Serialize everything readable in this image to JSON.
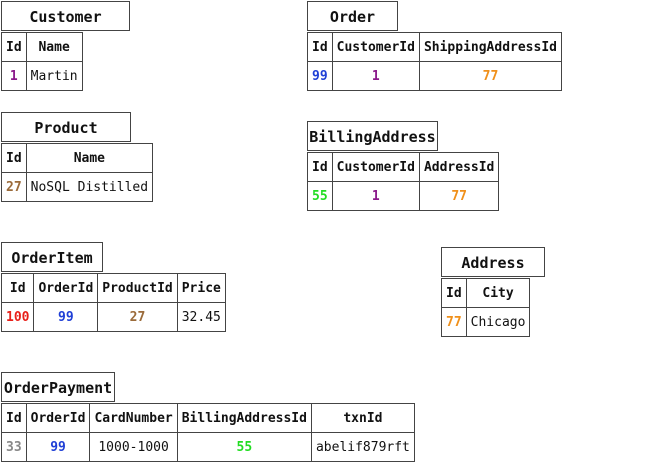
{
  "colors": {
    "customer_id": "#8b1a8b",
    "order_id": "#1f3fd6",
    "address_id": "#f0901a",
    "product_id": "#9b6b3a",
    "orderitem_id": "#e8201a",
    "billing_id": "#22dd22",
    "payment_id": "#888888",
    "text": "#111111"
  },
  "customer": {
    "title": "Customer",
    "headers": [
      "Id",
      "Name"
    ],
    "row": [
      "1",
      "Martin"
    ]
  },
  "order": {
    "title": "Order",
    "headers": [
      "Id",
      "CustomerId",
      "ShippingAddressId"
    ],
    "row": [
      "99",
      "1",
      "77"
    ]
  },
  "product": {
    "title": "Product",
    "headers": [
      "Id",
      "Name"
    ],
    "row": [
      "27",
      "NoSQL Distilled"
    ]
  },
  "billing": {
    "title": "BillingAddress",
    "headers": [
      "Id",
      "CustomerId",
      "AddressId"
    ],
    "row": [
      "55",
      "1",
      "77"
    ]
  },
  "orderitem": {
    "title": "OrderItem",
    "headers": [
      "Id",
      "OrderId",
      "ProductId",
      "Price"
    ],
    "row": [
      "100",
      "99",
      "27",
      "32.45"
    ]
  },
  "address": {
    "title": "Address",
    "headers": [
      "Id",
      "City"
    ],
    "row": [
      "77",
      "Chicago"
    ]
  },
  "payment": {
    "title": "OrderPayment",
    "headers": [
      "Id",
      "OrderId",
      "CardNumber",
      "BillingAddressId",
      "txnId"
    ],
    "row": [
      "33",
      "99",
      "1000-1000",
      "55",
      "abelif879rft"
    ]
  }
}
